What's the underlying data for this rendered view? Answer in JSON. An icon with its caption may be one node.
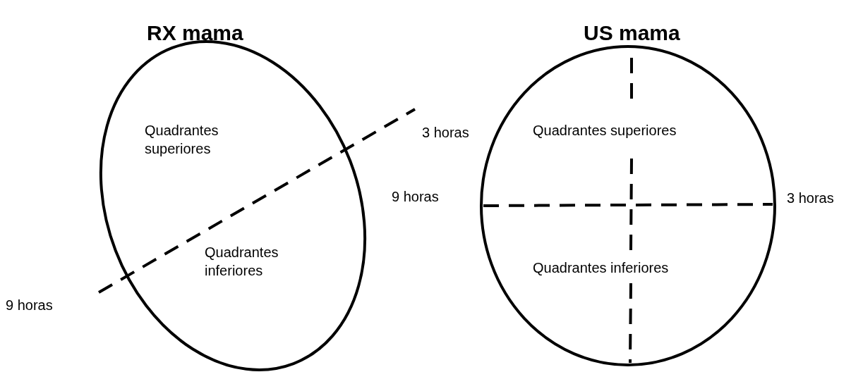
{
  "diagram": {
    "nodes": [
      {
        "text": [
          "RX mama",
          "Quadrantes superiores",
          "Quadrantes inferiores"
        ]
      },
      {
        "text": [
          "US mama",
          "Quadrantes superiores",
          "Quadrantes inferiores"
        ]
      }
    ],
    "labels": [
      "3 horas",
      "9 horas",
      "3 horas",
      "9 horas"
    ]
  }
}
